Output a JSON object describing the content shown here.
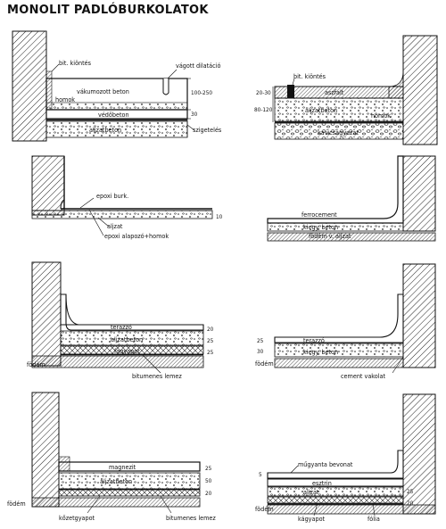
{
  "title": "MONOLIT PADLÓBURKOLATOK",
  "details": [
    {
      "labels": {
        "bit_kiontes": "bit. kiöntés",
        "vagott_dilatacio": "vágott dilatáció",
        "vakuumozott_beton": "vákumozott beton",
        "homok": "homok",
        "vedobeton": "védőbeton",
        "aljzatbeton": "aljzatbeton",
        "szigeteles": "szigetelés"
      },
      "dims": [
        "100-250",
        "30"
      ]
    },
    {
      "labels": {
        "bit_kiontes": "bit. kiöntés",
        "aszfalt": "aszfalt",
        "aljzatbeton": "aljzatbeton",
        "homok": "homok",
        "kavicsagyazat": "kavicságyazat"
      },
      "dims": [
        "20-30",
        "80-120"
      ]
    },
    {
      "labels": {
        "epoxi_burk": "epoxi burk.",
        "aljzat": "aljzat",
        "epoxi_alapozo": "epoxi alapozó+homok"
      },
      "dims": [
        "10"
      ]
    },
    {
      "labels": {
        "ferrocement": "ferrocement",
        "kiegy_beton": "kiegy. beton",
        "fodem_v_aljzat": "födém v. aljzat"
      },
      "dims": []
    },
    {
      "labels": {
        "terazzo": "terazzó",
        "aljzatbeton": "aljzatbeton",
        "fagyapot": "fagyapot",
        "fodem": "födém",
        "bitumenes_lemez": "bitumenes lemez"
      },
      "dims": [
        "20",
        "25",
        "25"
      ]
    },
    {
      "labels": {
        "terazzo": "terazzó",
        "kiegy_beton": "kiegy. beton",
        "fodem": "födém",
        "cement_vakolat": "cement vakolat"
      },
      "dims": [
        "25",
        "30"
      ]
    },
    {
      "labels": {
        "magnezit": "magnezit",
        "aljzatbeton": "aljzatbeton",
        "fodem": "födém",
        "kozetgyapot": "kőzetgyapot",
        "bitumenes_lemez": "bitumenes lemez"
      },
      "dims": [
        "25",
        "50",
        "20"
      ]
    },
    {
      "labels": {
        "mugyanta_bevonat": "műgyanta bevonat",
        "esztrin": "esztrin",
        "aljzat": "aljzat",
        "fodem": "födém",
        "kagyapot": "kágyapot",
        "folia": "fólia"
      },
      "dims": [
        "5",
        "25",
        "20"
      ]
    }
  ]
}
